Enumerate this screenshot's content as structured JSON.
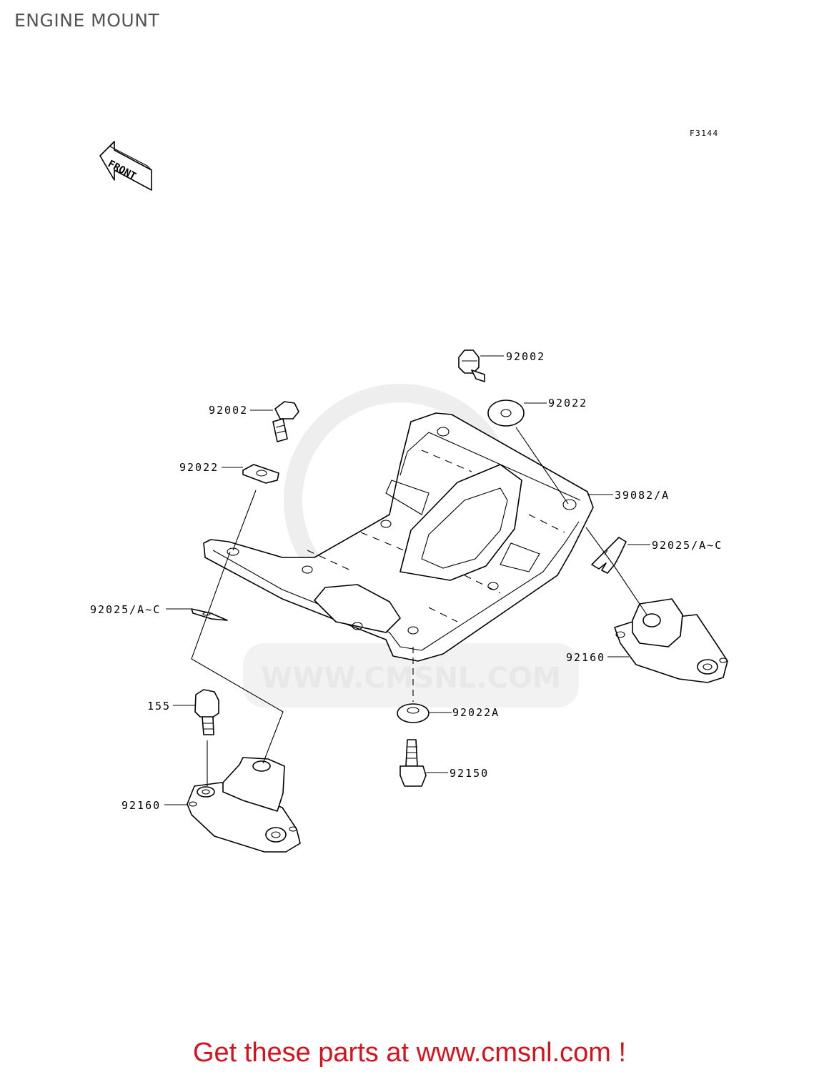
{
  "page": {
    "title": "ENGINE MOUNT",
    "figure_code": "F3144",
    "front_label": "FRONT",
    "watermark": "WWW.CMSNL.COM",
    "footer": "Get these parts at www.cmsnl.com !"
  },
  "callouts": {
    "bolt_top_right": "92002",
    "washer_top_right": "92022",
    "bolt_top_left": "92002",
    "washer_left": "92022",
    "bracket": "39082/A",
    "clip_right": "92025/A~C",
    "clip_left": "92025/A~C",
    "mount_right": "92160",
    "washer_bottom": "92022A",
    "bolt_bottom": "92150",
    "bolt_left": "155",
    "mount_left": "92160"
  }
}
